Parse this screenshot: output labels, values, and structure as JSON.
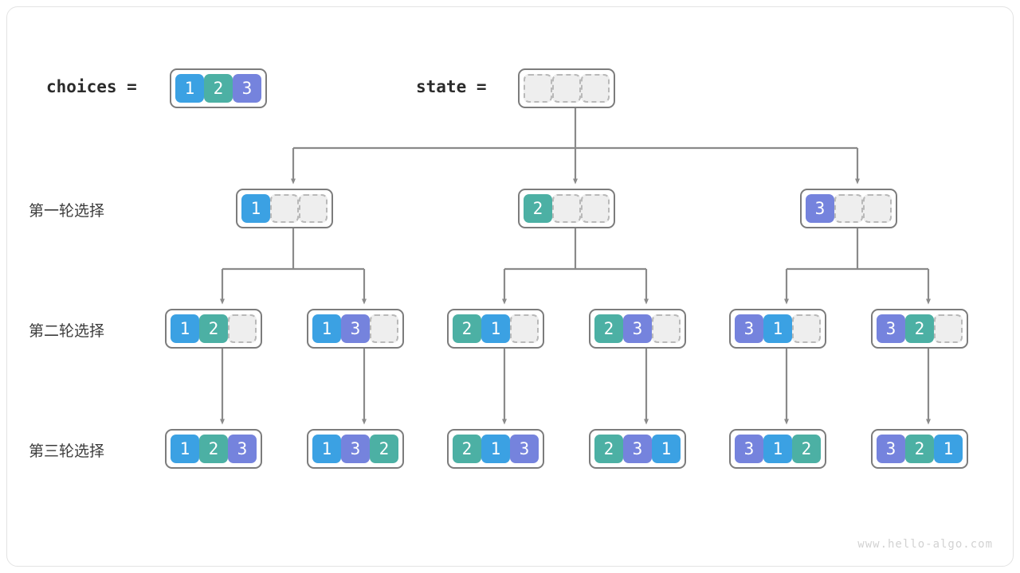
{
  "watermark": "www.hello-algo.com",
  "header": {
    "choices_label": "choices =",
    "state_label": "state =",
    "choices": [
      1,
      2,
      3
    ],
    "state": [
      null,
      null,
      null
    ]
  },
  "row_labels": {
    "round1": "第一轮选择",
    "round2": "第二轮选择",
    "round3": "第三轮选择"
  },
  "colors": {
    "value1": "#3ba1e3",
    "value2": "#4cb0a4",
    "value3": "#7583dd",
    "empty_fill": "#eeeeee",
    "empty_border": "#b9b9b9",
    "node_border": "#7c7c7c",
    "wire": "#8a8a8a",
    "frame": "#e3e3e3",
    "text": "#3c3c3c",
    "watermark": "#d2d2d2"
  },
  "tree": {
    "root": {
      "cells": [
        null,
        null,
        null
      ]
    },
    "round1": [
      {
        "cells": [
          1,
          null,
          null
        ]
      },
      {
        "cells": [
          2,
          null,
          null
        ]
      },
      {
        "cells": [
          3,
          null,
          null
        ]
      }
    ],
    "round2": [
      {
        "cells": [
          1,
          2,
          null
        ]
      },
      {
        "cells": [
          1,
          3,
          null
        ]
      },
      {
        "cells": [
          2,
          1,
          null
        ]
      },
      {
        "cells": [
          2,
          3,
          null
        ]
      },
      {
        "cells": [
          3,
          1,
          null
        ]
      },
      {
        "cells": [
          3,
          2,
          null
        ]
      }
    ],
    "round3": [
      {
        "cells": [
          1,
          2,
          3
        ]
      },
      {
        "cells": [
          1,
          3,
          2
        ]
      },
      {
        "cells": [
          2,
          1,
          3
        ]
      },
      {
        "cells": [
          2,
          3,
          1
        ]
      },
      {
        "cells": [
          3,
          1,
          2
        ]
      },
      {
        "cells": [
          3,
          2,
          1
        ]
      }
    ]
  }
}
